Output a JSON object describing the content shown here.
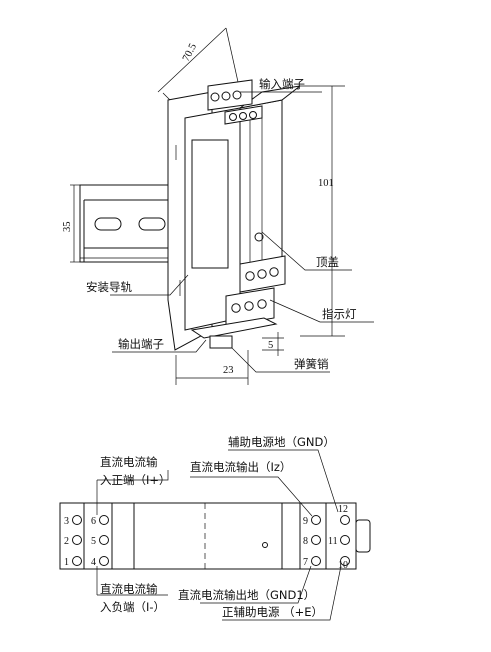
{
  "top_view": {
    "dim_width": "70.5",
    "dim_height": "101",
    "dim_rail": "35",
    "dim_base": "23",
    "dim_pin": "5",
    "label_input": "输入端子",
    "label_cover": "顶盖",
    "label_rail": "安装导轨",
    "label_led": "指示灯",
    "label_output": "输出端子",
    "label_pin": "弹簧销"
  },
  "bottom_view": {
    "label_dc_in_pos_1": "直流电流输",
    "label_dc_in_pos_2": "入正端（I+）",
    "label_dc_in_neg_1": "直流电流输",
    "label_dc_in_neg_2": "入负端（I-）",
    "label_dc_out": "直流电流输出（Iz）",
    "label_aux_gnd": "辅助电源地（GND）",
    "label_out_gnd": "直流电流输出地（GND1）",
    "label_aux_pos": "正辅助电源 （+E）",
    "terminals": [
      "3",
      "2",
      "1",
      "6",
      "5",
      "4",
      "9",
      "8",
      "7",
      "12",
      "11",
      "10"
    ]
  }
}
